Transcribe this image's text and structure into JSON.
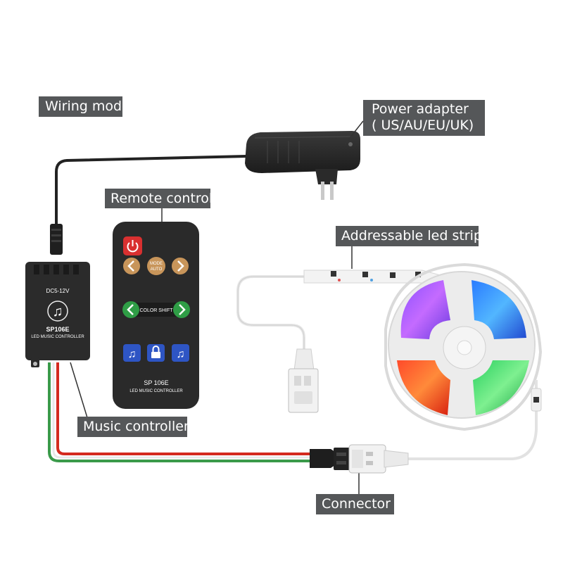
{
  "labels": {
    "wiring_mode": "Wiring mode",
    "power_adapter_line1": "Power adapter",
    "power_adapter_line2": "( US/AU/EU/UK)",
    "remote_control": "Remote control",
    "addressable_led_strip": "Addressable led strip",
    "music_controller": "Music controller",
    "connector": "Connector"
  },
  "controller_box": {
    "voltage": "DC5-12V",
    "model": "SP106E",
    "subtitle": "LED MUSIC CONTROLLER"
  },
  "remote": {
    "mode_line1": "MODE",
    "mode_line2": "AUTO",
    "color_shift": "COLOR SHIFT",
    "model": "SP 106E",
    "subtitle": "LED MUSIC CONTROLLER"
  },
  "colors": {
    "label_bg": "#555759",
    "wire_red": "#d42a1e",
    "wire_green": "#3a9a4a",
    "device_black": "#2b2b2b",
    "remote_orange": "#c8955a",
    "remote_green": "#2f9d46",
    "remote_blue": "#2e55c4",
    "power_red": "#d93030"
  }
}
